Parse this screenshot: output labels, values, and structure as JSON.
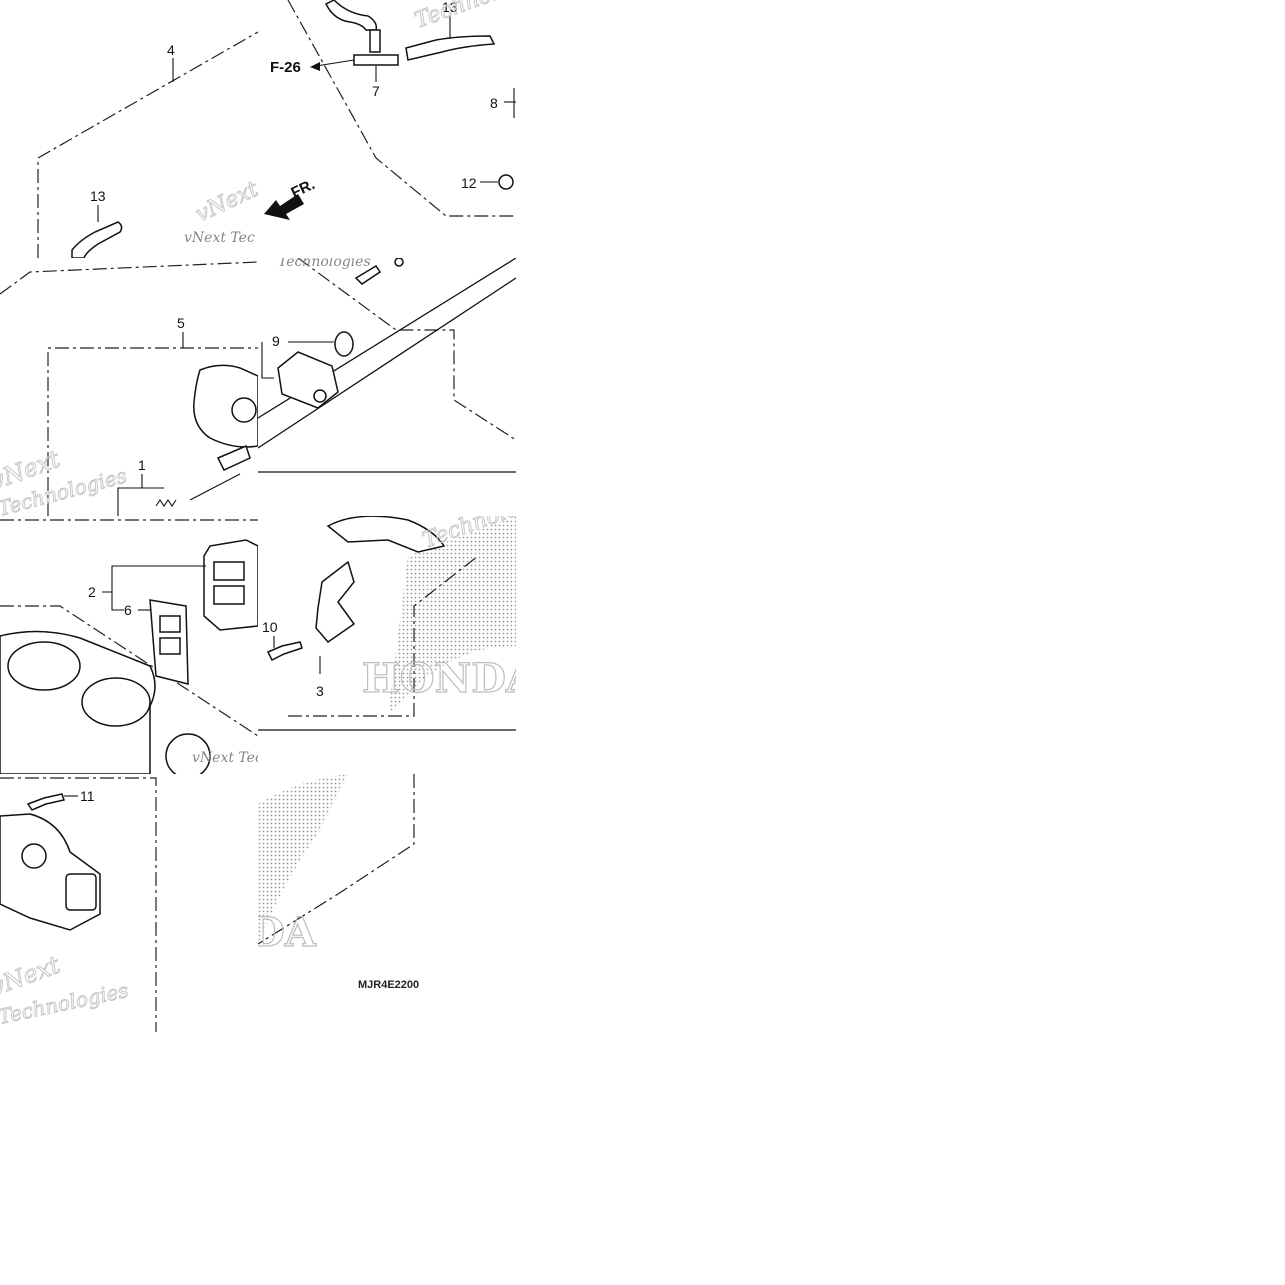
{
  "labels": {
    "p1": "1",
    "p2": "2",
    "p3": "3",
    "p4": "4",
    "p5": "5",
    "p6": "6",
    "p7": "7",
    "p8": "8",
    "p9": "9",
    "p10": "10",
    "p11": "11",
    "p12": "12",
    "p13a": "13",
    "p13b": "13"
  },
  "reference": "F-26",
  "direction": "FR.",
  "diagram_code": "MJR4E2200",
  "watermark": {
    "line1": "vNext",
    "line2": "Technologies",
    "tile_text": "vNext Tec"
  },
  "brand_watermark": "HONDA",
  "colors": {
    "line": "#111111",
    "watermark": "#c9c9c9",
    "dots": "#9a9a9a"
  }
}
